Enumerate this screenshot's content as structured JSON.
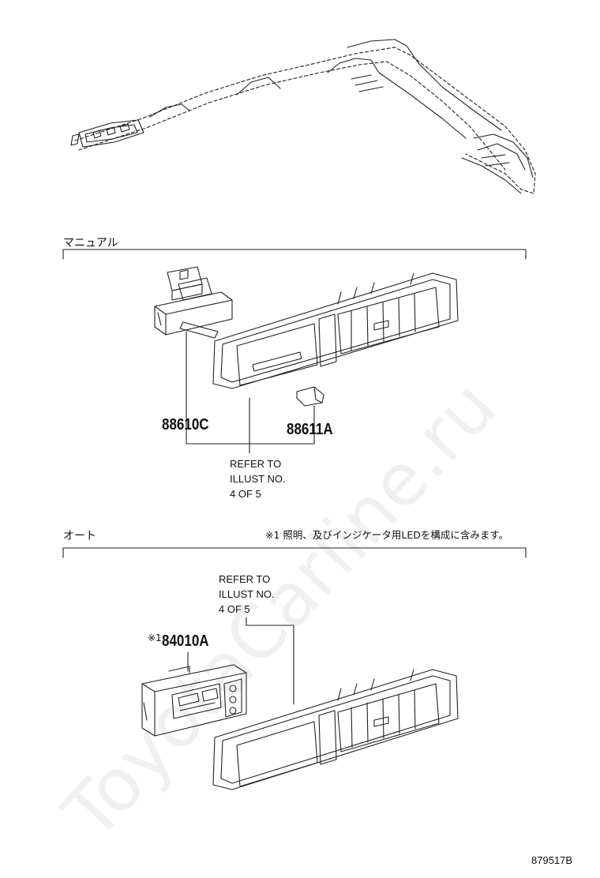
{
  "sections": {
    "manual": {
      "label": "マニュアル",
      "parts": [
        "88610C",
        "88611A"
      ],
      "refer": [
        "REFER TO",
        "ILLUST NO.",
        "4 OF 5"
      ]
    },
    "auto": {
      "label": "オート",
      "note": "※1 照明、及びインジケータ用LEDを構成に含みます。",
      "part_prefix": "※1",
      "part": "84010A",
      "refer": [
        "REFER TO",
        "ILLUST NO.",
        "4 OF 5"
      ]
    }
  },
  "figure_number": "879517B",
  "watermark": "ToyotaCarline.ru"
}
